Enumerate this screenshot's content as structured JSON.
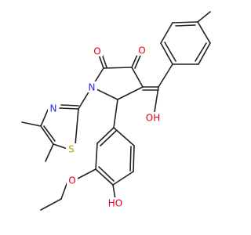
{
  "colors": {
    "bond": "#222222",
    "oxygen": "#e8001c",
    "nitrogen": "#2a2ae6",
    "sulfur": "#b8a800",
    "background": "#ffffff"
  },
  "atom_labels": {
    "o_ketone_left": "O",
    "o_ketone_right": "O",
    "n_thiazole": "N",
    "s_thiazole": "S",
    "n_pyrrolidine": "N",
    "oh_enol": "OH",
    "o_ether": "O",
    "oh_phenol": "HO"
  }
}
